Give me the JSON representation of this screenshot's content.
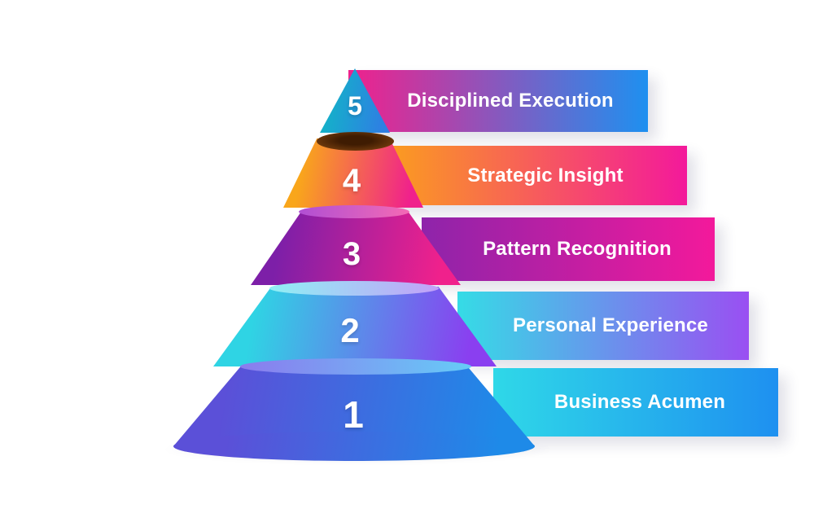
{
  "diagram": {
    "type": "pyramid-infographic",
    "background": "#ffffff",
    "text_color": "#ffffff",
    "levels": [
      {
        "number": "1",
        "label": "Business Acumen",
        "banner_colors": [
          "#2fd8e8",
          "#1e90f0"
        ],
        "segment_colors": [
          "#5b50d8",
          "#1e8ae8"
        ],
        "lip_colors": [
          "#8b7bee",
          "#66cbf7"
        ]
      },
      {
        "number": "2",
        "label": "Personal Experience",
        "banner_colors": [
          "#35dce6",
          "#9a4ff2"
        ],
        "segment_colors": [
          "#2fd4e4",
          "#8a3ff0"
        ],
        "lip_colors": [
          "#8ff0f4",
          "#c3a0f8"
        ]
      },
      {
        "number": "3",
        "label": "Pattern Recognition",
        "banner_colors": [
          "#8e24aa",
          "#f3199b"
        ],
        "segment_colors": [
          "#7d1fa8",
          "#f0218c"
        ],
        "lip_colors": [
          "#b04fd4",
          "#f46ab4"
        ]
      },
      {
        "number": "4",
        "label": "Strategic Insight",
        "banner_colors": [
          "#fba21a",
          "#f3199b"
        ],
        "segment_colors": [
          "#f9a61b",
          "#f0218c"
        ],
        "lip_colors": [
          "#8a4a12",
          "#3f1c02"
        ],
        "lip_style": "radial"
      },
      {
        "number": "5",
        "label": "Disciplined Execution",
        "banner_colors": [
          "#f0218c",
          "#1e90f0"
        ],
        "segment_colors": [
          "#14b1c9",
          "#2e7fe3"
        ]
      }
    ]
  }
}
